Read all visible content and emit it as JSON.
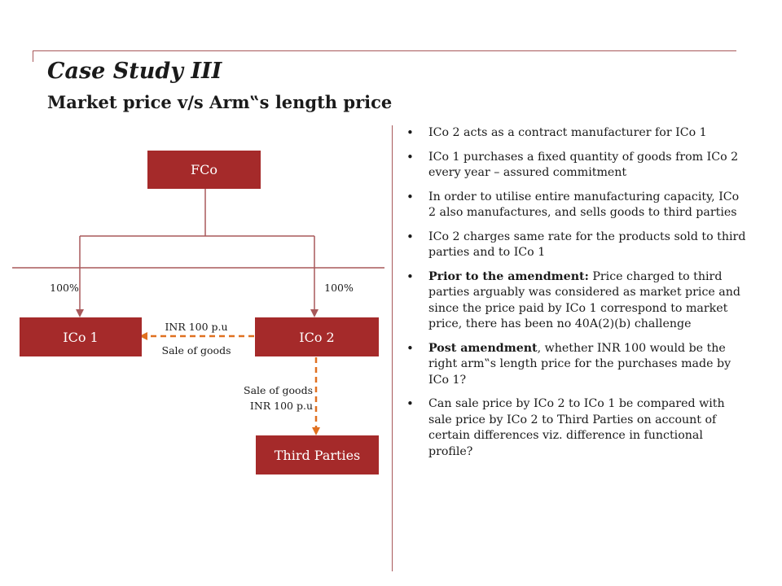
{
  "header": {
    "title": "Case Study III",
    "subtitle": "Market price v/s Arm‟s length price"
  },
  "diagram": {
    "boxes": {
      "fco": "FCo",
      "ico1": "ICo 1",
      "ico2": "ICo 2",
      "third_parties": "Third Parties"
    },
    "labels": {
      "ownership_left": "100%",
      "ownership_right": "100%",
      "price_top": "INR 100 p.u",
      "sale_left": "Sale of goods",
      "sale_down": "Sale of goods",
      "price_down": "INR 100 p.u"
    },
    "colors": {
      "box_fill": "#a52a2a",
      "connector": "#a8585a",
      "dashed_arrow": "#e07020"
    }
  },
  "bullets": [
    {
      "bold": "",
      "text": "ICo 2 acts as a contract manufacturer for ICo 1"
    },
    {
      "bold": "",
      "text": "ICo 1 purchases a fixed quantity of goods from ICo 2 every year – assured commitment"
    },
    {
      "bold": "",
      "text": "In order to utilise entire manufacturing capacity, ICo 2 also manufactures, and sells goods to third parties"
    },
    {
      "bold": "",
      "text": "ICo 2 charges same rate for the products sold to third parties and to ICo 1"
    },
    {
      "bold": "Prior to the amendment:",
      "text": " Price charged to third parties arguably was considered as market price and since the price paid by ICo 1 correspond to market price, there has been no 40A(2)(b) challenge"
    },
    {
      "bold": "Post amendment",
      "text": ", whether INR 100 would be the right arm‟s length price for the purchases made by ICo 1?"
    },
    {
      "bold": "",
      "text": "Can sale price by ICo 2 to ICo 1 be compared with sale price by ICo 2 to Third Parties on account of certain differences viz. difference in functional profile?"
    }
  ]
}
